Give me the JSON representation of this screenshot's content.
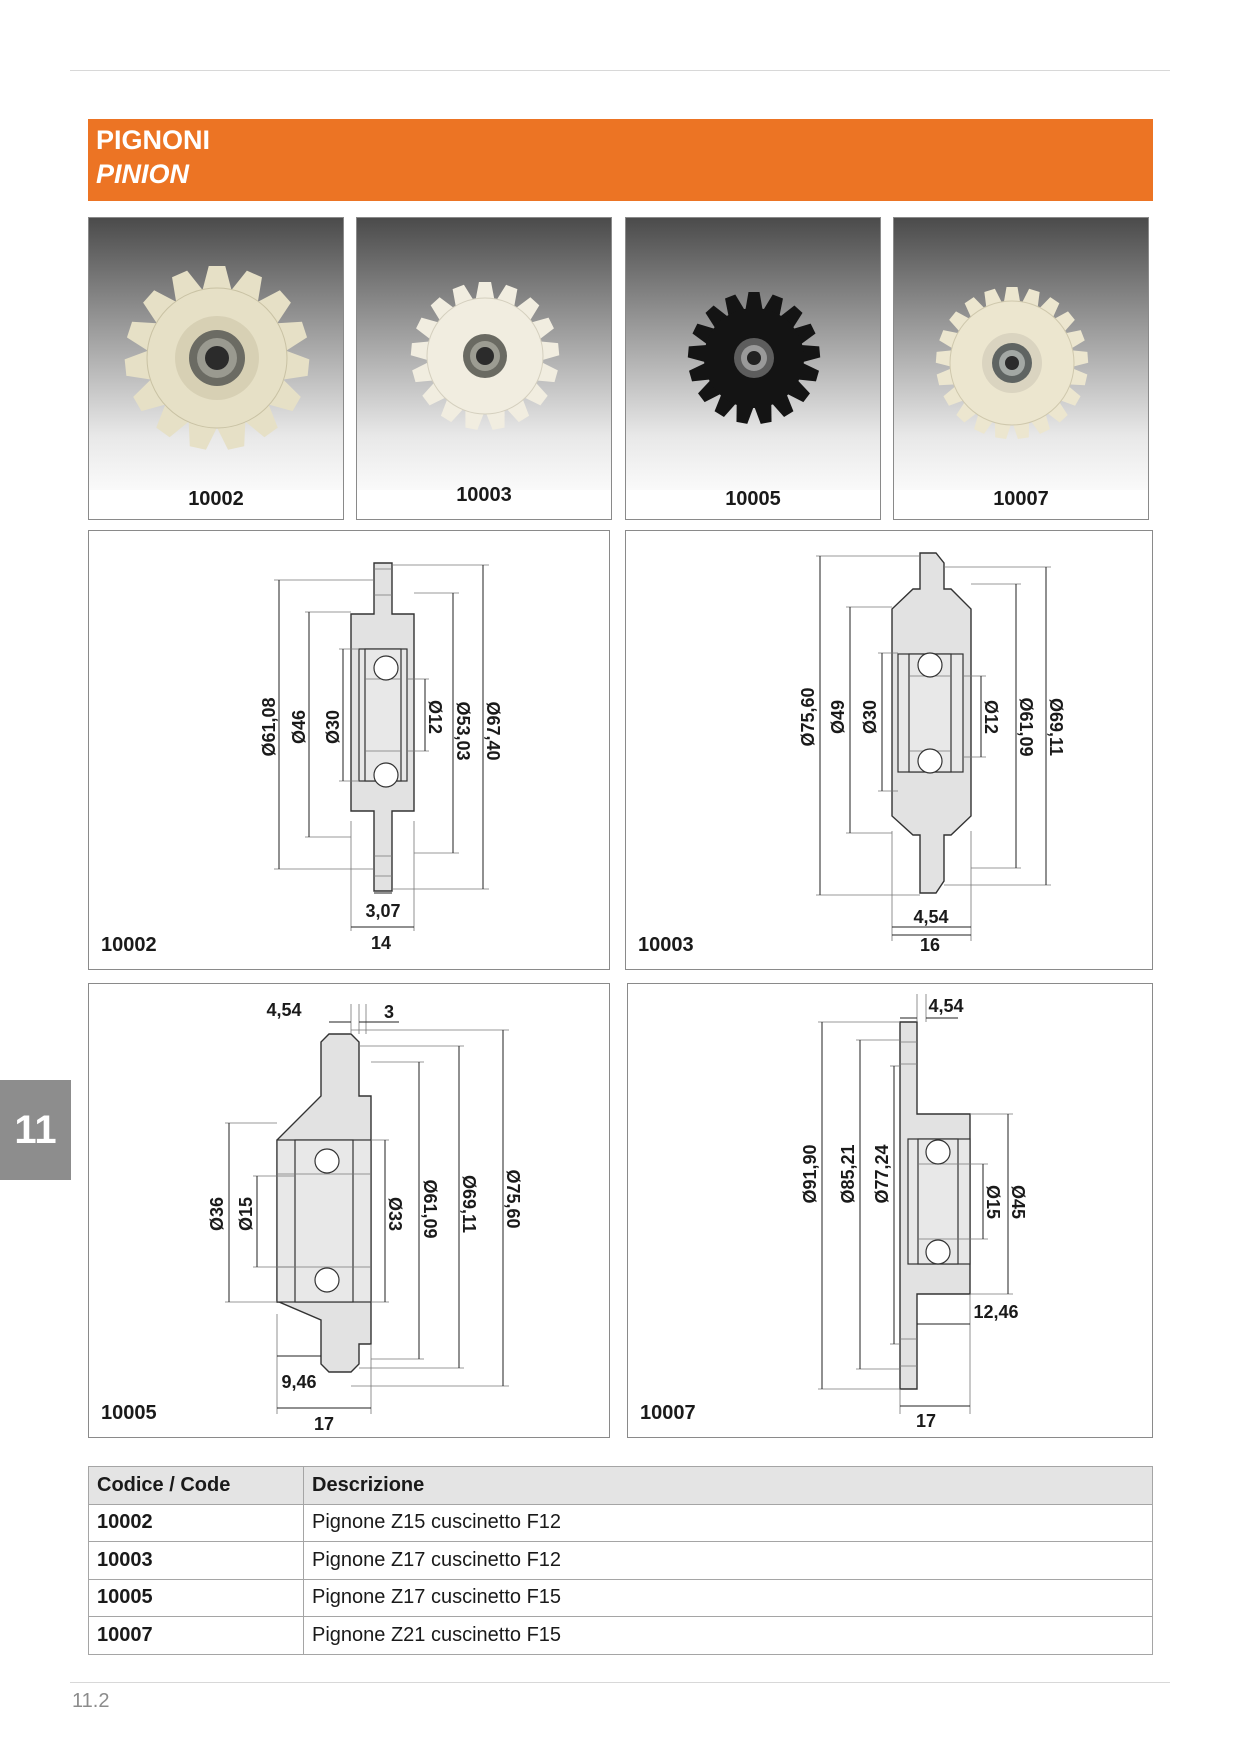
{
  "header": {
    "title_it": "PIGNONI",
    "title_en": "PINION"
  },
  "photos": [
    {
      "code": "10002"
    },
    {
      "code": "10003"
    },
    {
      "code": "10005"
    },
    {
      "code": "10007"
    }
  ],
  "drawings": {
    "d10002": {
      "code": "10002",
      "dims": [
        "Ø61,08",
        "Ø46",
        "Ø30",
        "Ø12",
        "Ø53,03",
        "Ø67,40",
        "3,07",
        "14"
      ]
    },
    "d10003": {
      "code": "10003",
      "dims": [
        "Ø75,60",
        "Ø49",
        "Ø30",
        "Ø12",
        "Ø61,09",
        "Ø69,11",
        "4,54",
        "16"
      ]
    },
    "d10005": {
      "code": "10005",
      "dims": [
        "4,54",
        "3",
        "Ø36",
        "Ø15",
        "Ø33",
        "Ø61,09",
        "Ø69,11",
        "Ø75,60",
        "9,46",
        "17"
      ]
    },
    "d10007": {
      "code": "10007",
      "dims": [
        "4,54",
        "Ø91,90",
        "Ø85,21",
        "Ø77,24",
        "Ø15",
        "Ø45",
        "12,46",
        "17"
      ]
    }
  },
  "section_tab": "11",
  "table": {
    "headers": [
      "Codice / Code",
      "Descrizione"
    ],
    "rows": [
      {
        "code": "10002",
        "desc": "Pignone Z15 cuscinetto F12"
      },
      {
        "code": "10003",
        "desc": "Pignone Z17 cuscinetto F12"
      },
      {
        "code": "10005",
        "desc": "Pignone Z17 cuscinetto F15"
      },
      {
        "code": "10007",
        "desc": "Pignone Z21 cuscinetto F15"
      }
    ]
  },
  "footer": {
    "page_number": "11.2"
  },
  "colors": {
    "accent": "#ec7424",
    "tab": "#8d8d8d"
  }
}
